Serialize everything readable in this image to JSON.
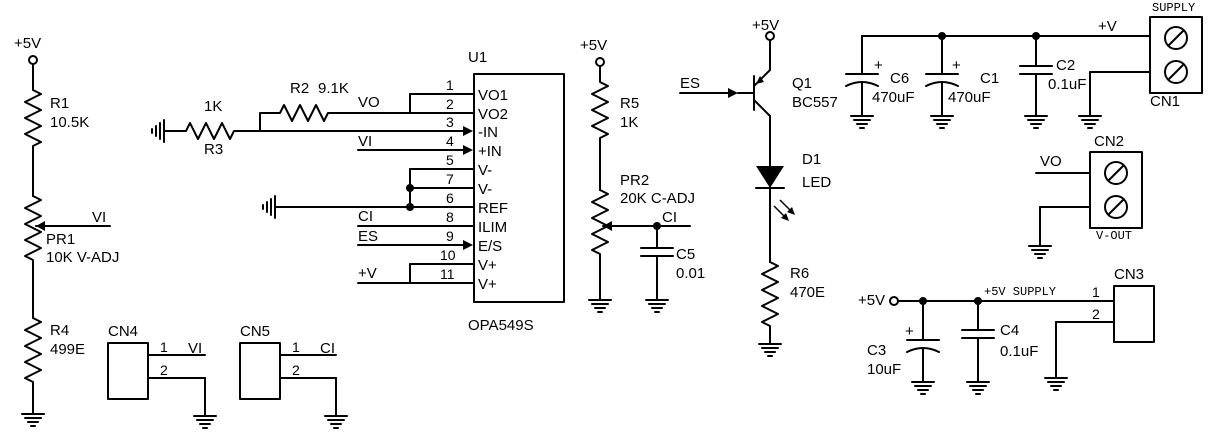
{
  "nets": {
    "p5v": "+5V",
    "vi": "VI",
    "vo": "VO",
    "ci": "CI",
    "es": "ES",
    "pv": "+V"
  },
  "components": {
    "r1": {
      "ref": "R1",
      "value": "10.5K"
    },
    "pr1": {
      "ref": "PR1",
      "value": "10K V-ADJ"
    },
    "r4": {
      "ref": "R4",
      "value": "499E"
    },
    "r2": {
      "ref": "R2",
      "value": "9.1K"
    },
    "r3": {
      "ref": "R3",
      "value": "1K"
    },
    "u1": {
      "ref": "U1",
      "part": "OPA549S"
    },
    "r5": {
      "ref": "R5",
      "value": "1K"
    },
    "pr2": {
      "ref": "PR2",
      "value": "20K C-ADJ"
    },
    "c5": {
      "ref": "C5",
      "value": "0.01"
    },
    "q1": {
      "ref": "Q1",
      "part": "BC557"
    },
    "d1": {
      "ref": "D1",
      "part": "LED"
    },
    "r6": {
      "ref": "R6",
      "value": "470E"
    },
    "c6": {
      "ref": "C6",
      "value": "470uF"
    },
    "c1": {
      "ref": "C1",
      "value": "470uF"
    },
    "c2": {
      "ref": "C2",
      "value": "0.1uF"
    },
    "c3": {
      "ref": "C3",
      "value": "10uF"
    },
    "c4": {
      "ref": "C4",
      "value": "0.1uF"
    },
    "cn1": {
      "ref": "CN1",
      "title": "SUPPLY"
    },
    "cn2": {
      "ref": "CN2",
      "title": "V-OUT"
    },
    "cn3": {
      "ref": "CN3",
      "note": "+5V SUPPLY"
    },
    "cn4": {
      "ref": "CN4"
    },
    "cn5": {
      "ref": "CN5"
    },
    "polarity": "+"
  },
  "u1_pins": [
    {
      "num": "1",
      "name": "VO1"
    },
    {
      "num": "2",
      "name": "VO2"
    },
    {
      "num": "3",
      "name": "-IN"
    },
    {
      "num": "4",
      "name": "+IN"
    },
    {
      "num": "5",
      "name": "V-"
    },
    {
      "num": "7",
      "name": "V-"
    },
    {
      "num": "6",
      "name": "REF"
    },
    {
      "num": "8",
      "name": "ILIM"
    },
    {
      "num": "9",
      "name": "E/S"
    },
    {
      "num": "10",
      "name": "V+"
    },
    {
      "num": "11",
      "name": "V+"
    }
  ],
  "connector_pins": {
    "one": "1",
    "two": "2"
  }
}
